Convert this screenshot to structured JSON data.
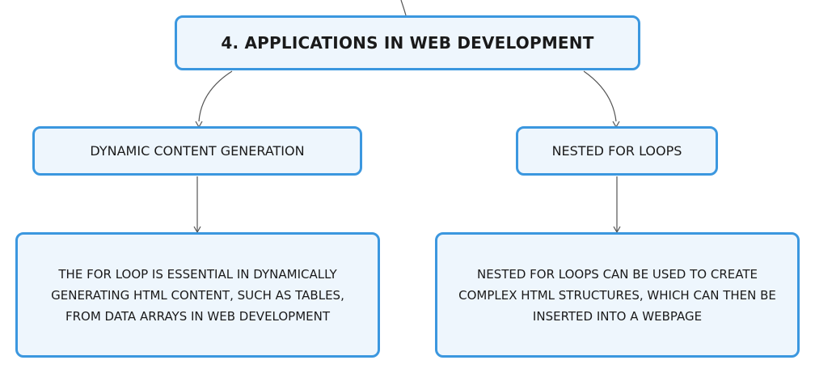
{
  "root": {
    "title": "4. APPLICATIONS IN WEB DEVELOPMENT"
  },
  "branches": [
    {
      "title": "DYNAMIC CONTENT GENERATION",
      "detail": "THE FOR LOOP IS ESSENTIAL IN DYNAMICALLY GENERATING HTML CONTENT, SUCH AS TABLES, FROM DATA ARRAYS IN WEB DEVELOPMENT"
    },
    {
      "title": "NESTED FOR LOOPS",
      "detail": "NESTED FOR LOOPS CAN BE USED TO CREATE COMPLEX HTML STRUCTURES, WHICH CAN THEN BE INSERTED INTO A WEBPAGE"
    }
  ],
  "colors": {
    "border": "#3b97df",
    "fill": "#eef6fd",
    "connector": "#555555"
  }
}
